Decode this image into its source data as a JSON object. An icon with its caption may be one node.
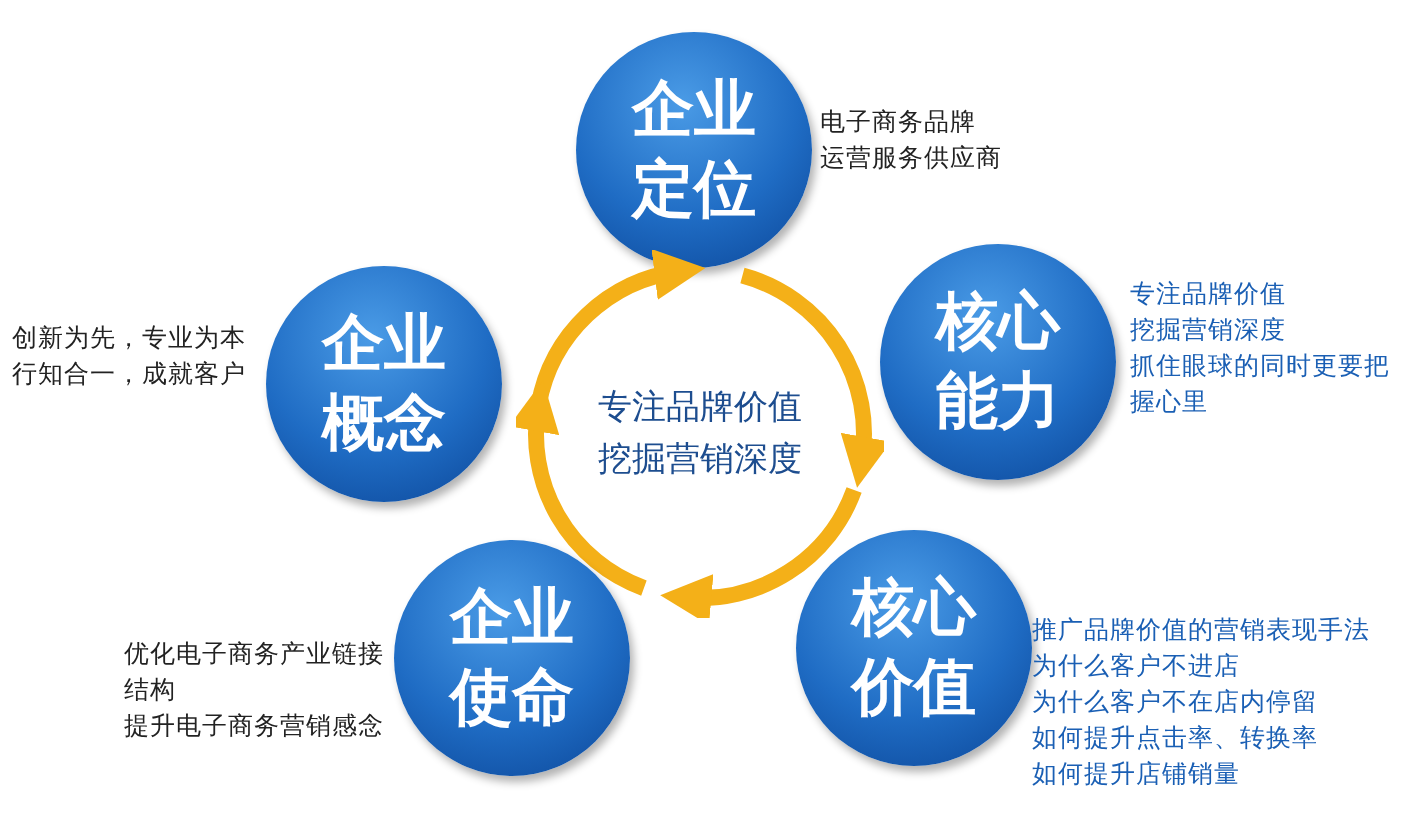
{
  "diagram": {
    "nodes": [
      {
        "text": [
          "企业定位"
        ],
        "beside": [
          "电子商务品牌",
          "运营服务供应商"
        ]
      },
      {
        "text": [
          "企业概念"
        ],
        "beside": [
          "创新为先，专业为本",
          "行知合一，成就客户"
        ]
      },
      {
        "text": [
          "专注品牌价值挖掘营销深度"
        ]
      },
      {
        "text": [
          "核心能力"
        ],
        "beside": [
          "专注品牌价值",
          "挖掘营销深度",
          "抓住眼球的同时更要把握心里"
        ]
      },
      {
        "text": [
          "企业使命"
        ],
        "beside": [
          "优化电子商务产业链接结构",
          "提升电子商务营销感念"
        ]
      },
      {
        "text": [
          "核心价值"
        ],
        "beside": [
          "推广品牌价值的营销表现手法",
          "为什么客户不进店",
          "为什么客户不在店内停留",
          "如何提升点击率、转换率",
          "如何提升店铺销量"
        ]
      }
    ]
  }
}
